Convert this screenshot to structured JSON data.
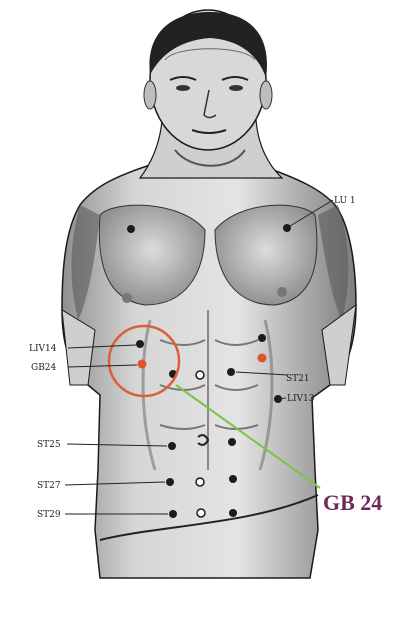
{
  "colors": {
    "skin": "#d9d9d9",
    "shade": "#4a4a4a",
    "outline": "#1a1a1a",
    "point": "#1c1c1c",
    "highlight_point": "#e2542c",
    "circle": "#d9603a",
    "pointer": "#7fc24a",
    "title": "#6b2a5a"
  },
  "labels": {
    "lu1": "LU 1",
    "liv14": "LIV14",
    "gb24": "GB24",
    "st21": "ST21",
    "liv13": "LIV13",
    "st25": "ST25",
    "st27": "ST27",
    "st29": "ST29"
  },
  "title": "GB 24"
}
